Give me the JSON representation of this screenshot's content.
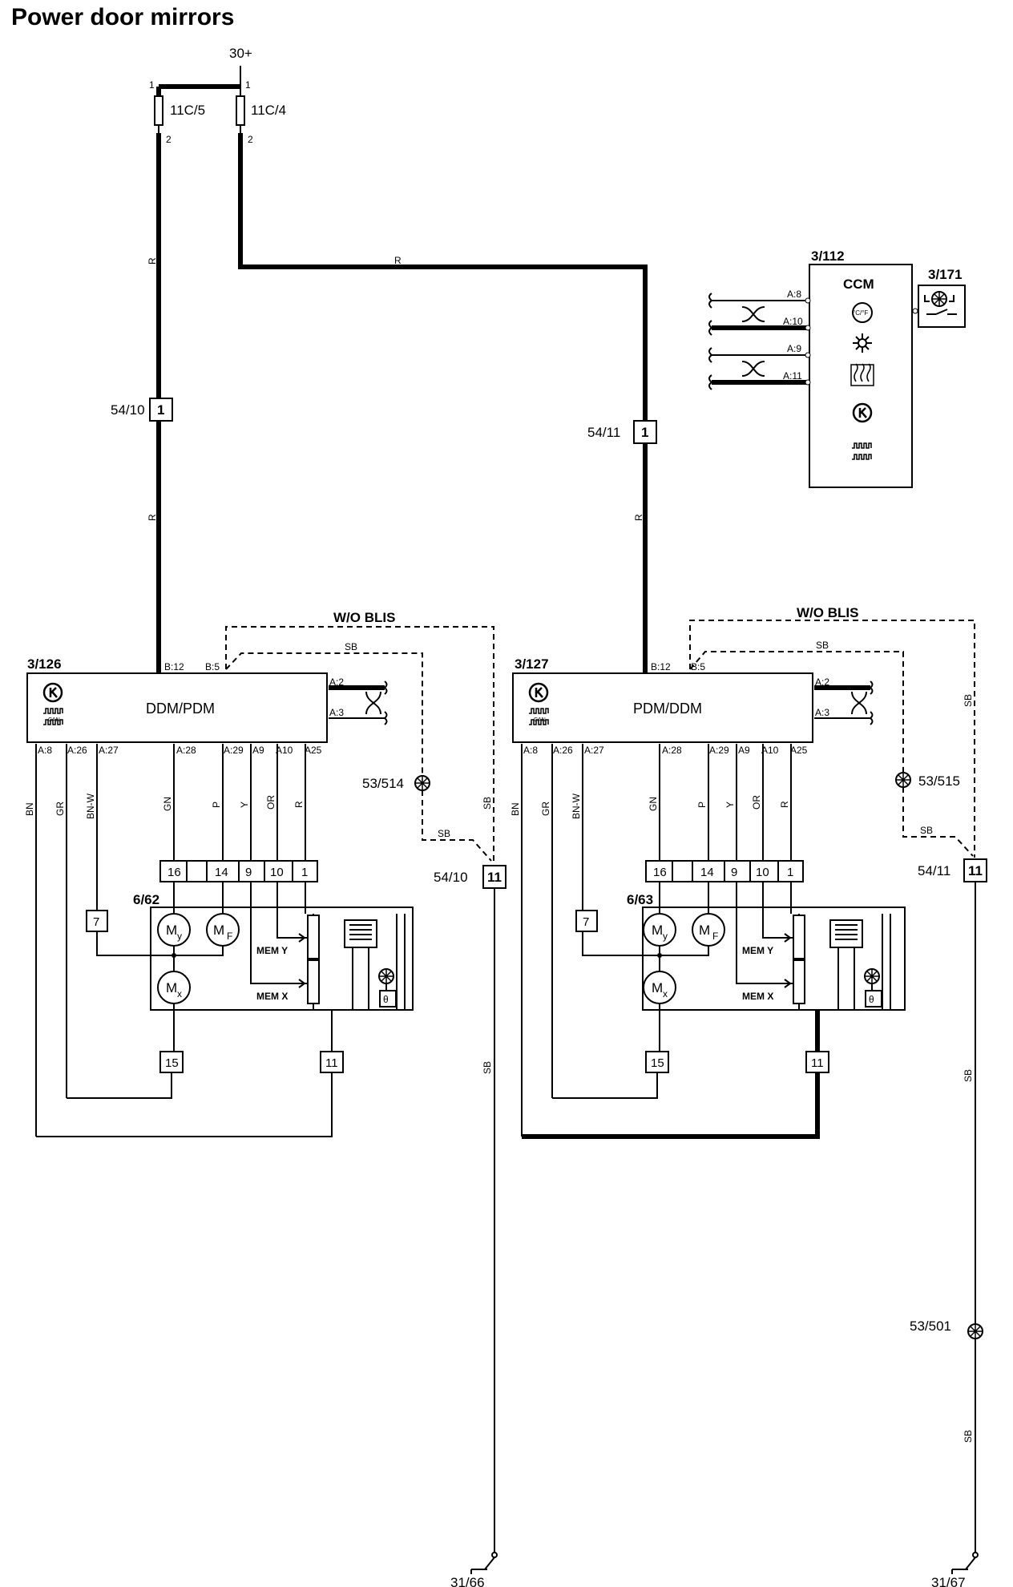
{
  "title": "Power door mirrors",
  "supply": {
    "label": "30+",
    "fuse_left": "11C/5",
    "fuse_right": "11C/4",
    "pin_1": "1",
    "pin_2": "2"
  },
  "wire_colors": {
    "R": "R",
    "SB": "SB",
    "BN": "BN",
    "GR": "GR",
    "BN_W": "BN-W",
    "GN": "GN",
    "P": "P",
    "Y": "Y",
    "OR": "OR"
  },
  "connectors": {
    "c54_10": "54/10",
    "c54_11": "54/11",
    "pin1": "1",
    "pin11": "11"
  },
  "note_wo_blis": "W/O BLIS",
  "ccm": {
    "id": "3/112",
    "name": "CCM",
    "sub_id": "3/171",
    "pins": [
      "A:8",
      "A:10",
      "A:9",
      "A:11"
    ],
    "temp_icon": "°C/°F",
    "icons": [
      "temperature-display-icon",
      "fan-icon",
      "heater-icon",
      "module-k-icon",
      "can-bus-icon"
    ]
  },
  "left_module": {
    "id": "3/126",
    "name": "DDM/PDM",
    "can": "CAN",
    "pin_b12": "B:12",
    "pin_b5": "B:5",
    "pin_a2": "A:2",
    "pin_a3": "A:3",
    "bottom_pins": [
      "A:8",
      "A:26",
      "A:27",
      "A:28",
      "A:29",
      "A9",
      "A10",
      "A25"
    ],
    "splice": "53/514",
    "sb_connector": "54/10",
    "sb_pin": "11"
  },
  "right_module": {
    "id": "3/127",
    "name": "PDM/DDM",
    "can": "CAN",
    "pin_b12": "B:12",
    "pin_b5": "B:5",
    "pin_a2": "A:2",
    "pin_a3": "A:3",
    "bottom_pins": [
      "A:8",
      "A:26",
      "A:27",
      "A:28",
      "A:29",
      "A9",
      "A10",
      "A25"
    ],
    "splice": "53/515",
    "sb_connector": "54/11",
    "sb_pin": "11"
  },
  "left_mirror": {
    "id": "6/62",
    "strip": [
      "16",
      "14",
      "9",
      "10",
      "1"
    ],
    "pin7": "7",
    "pin15": "15",
    "pin11": "11",
    "motor_y": "M",
    "motor_y_sub": "y",
    "motor_f": "M",
    "motor_f_sub": "F",
    "motor_x": "M",
    "motor_x_sub": "x",
    "mem_y": "MEM Y",
    "mem_x": "MEM X"
  },
  "right_mirror": {
    "id": "6/63",
    "strip": [
      "16",
      "14",
      "9",
      "10",
      "1"
    ],
    "pin7": "7",
    "pin15": "15",
    "pin11": "11",
    "motor_y": "M",
    "motor_y_sub": "y",
    "motor_f": "M",
    "motor_f_sub": "F",
    "motor_x": "M",
    "motor_x_sub": "x",
    "mem_y": "MEM Y",
    "mem_x": "MEM X"
  },
  "splice_501": "53/501",
  "grounds": {
    "left": "31/66",
    "right": "31/67"
  }
}
